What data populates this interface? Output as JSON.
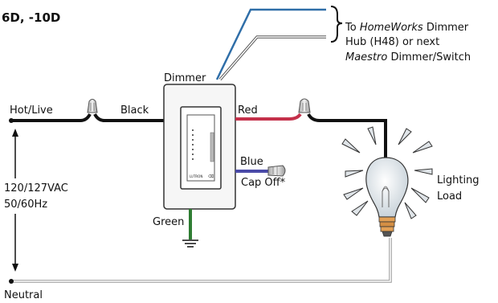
{
  "header": {
    "model_suffix": "6D, -10D"
  },
  "labels": {
    "hot_live": "Hot/Live",
    "black": "Black",
    "dimmer": "Dimmer",
    "red": "Red",
    "blue": "Blue",
    "cap_off": "Cap Off*",
    "green": "Green",
    "voltage": "120/127VAC",
    "frequency": "50/60Hz",
    "neutral": "Neutral",
    "lighting": "Lighting",
    "load": "Load"
  },
  "hub_note": {
    "prefix": "To ",
    "homeworks": "HomeWorks",
    "dimmer_word": " Dimmer",
    "line2": "Hub (H48) or next",
    "maestro": "Maestro",
    "line3_rest": " Dimmer/Switch"
  },
  "device": {
    "brand": "LUTRON"
  },
  "colors": {
    "black_wire": "#111111",
    "red_wire": "#c4304a",
    "blue_wire": "#4a4aa8",
    "green_wire": "#2e7d32",
    "comm_blue": "#2f6ea8",
    "neutral_wire": "#999999",
    "bulb_glass": "#dde5ea",
    "bulb_base": "#e3a055",
    "ray_fill": "#dfe4e8"
  }
}
